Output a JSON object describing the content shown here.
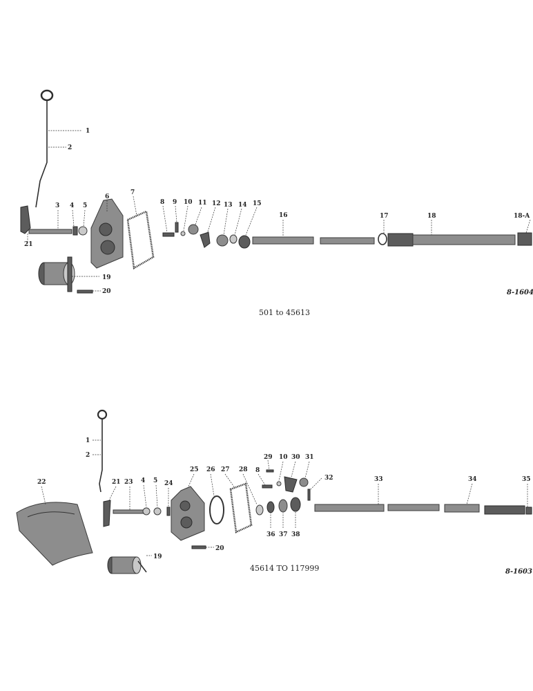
{
  "upper_diagram": {
    "labels": [
      "1",
      "2",
      "3",
      "4",
      "5",
      "6",
      "7",
      "8",
      "9",
      "10",
      "11",
      "12",
      "13",
      "14",
      "15",
      "16",
      "17",
      "18",
      "18-A",
      "19",
      "20",
      "21"
    ],
    "caption": "501 to 45613",
    "reference": "8-1604"
  },
  "lower_diagram": {
    "labels": [
      "1",
      "2",
      "4",
      "5",
      "8",
      "10",
      "19",
      "20",
      "21",
      "22",
      "23",
      "24",
      "25",
      "26",
      "27",
      "28",
      "29",
      "30",
      "31",
      "32",
      "33",
      "34",
      "35",
      "36",
      "37",
      "38"
    ],
    "caption": "45614 TO 117999",
    "reference": "8-1603"
  }
}
